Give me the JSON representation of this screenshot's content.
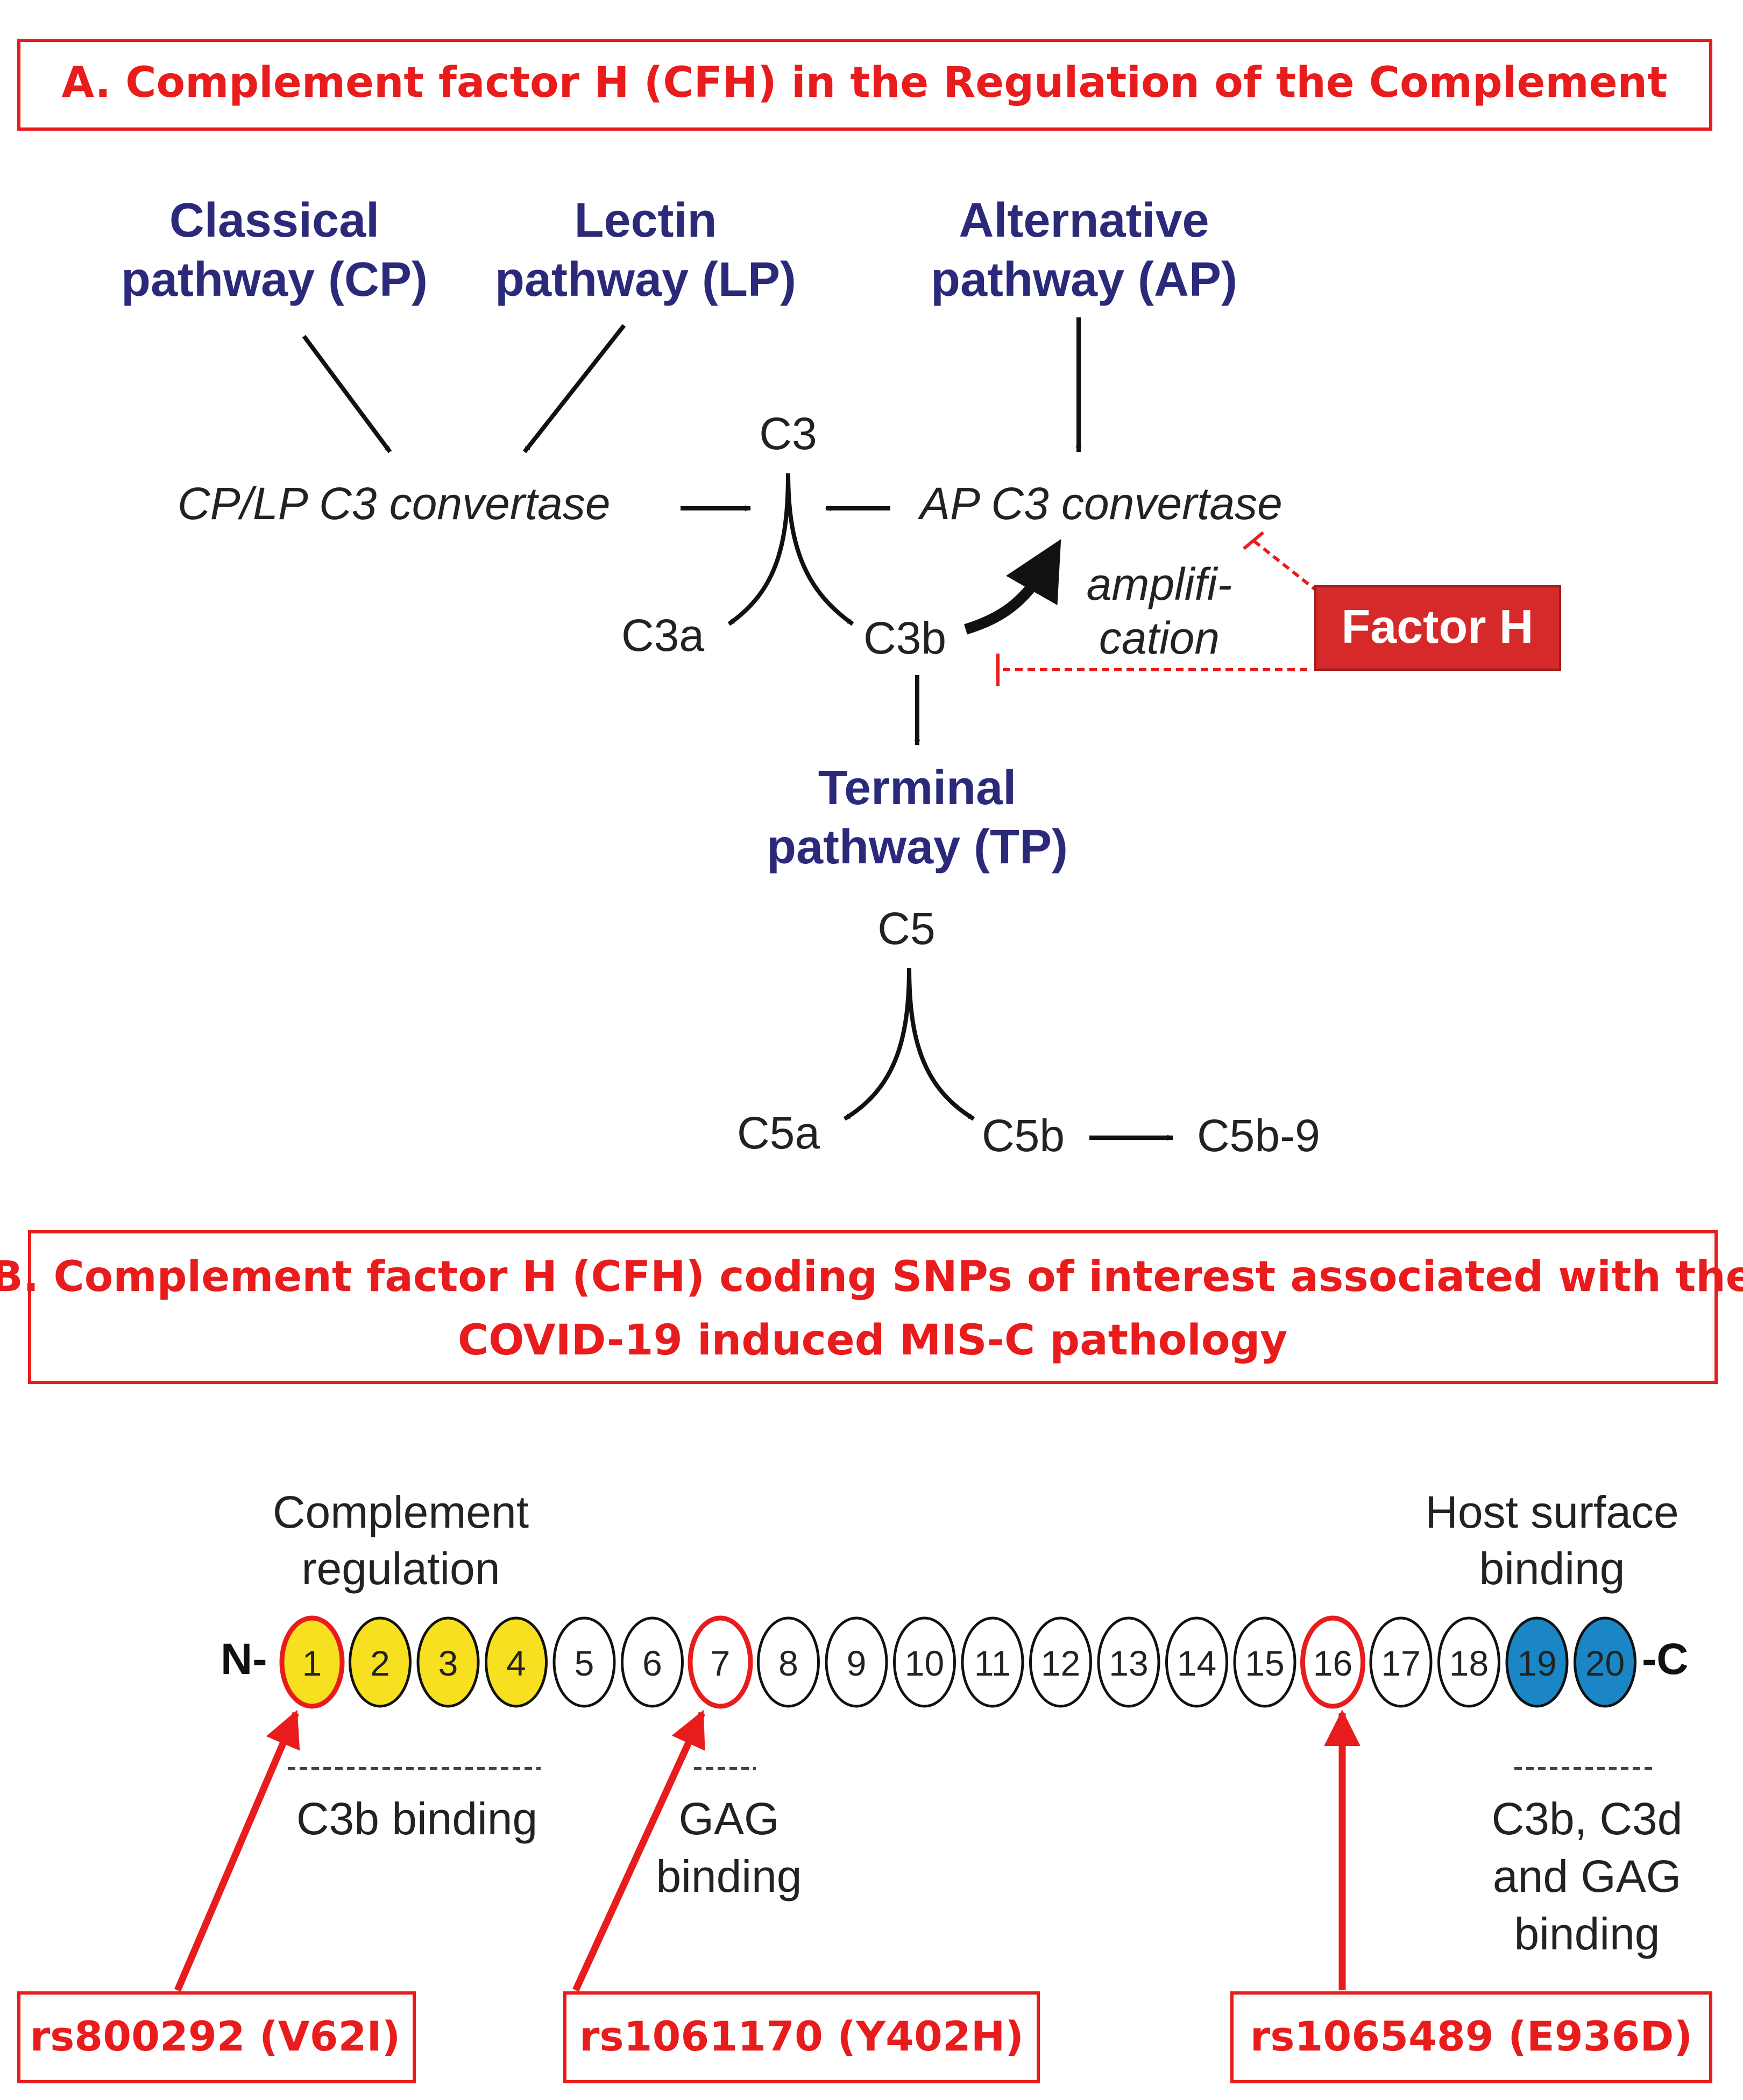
{
  "panel_a": {
    "title": "A. Complement factor H (CFH) in the Regulation of the Complement",
    "pathways": {
      "classical": [
        "Classical",
        "pathway (CP)"
      ],
      "lectin": [
        "Lectin",
        "pathway (LP)"
      ],
      "alternative": [
        "Alternative",
        "pathway (AP)"
      ],
      "terminal": [
        "Terminal",
        "pathway (TP)"
      ]
    },
    "nodes": {
      "c3": "C3",
      "cp_lp_convertase": "CP/LP C3 convertase",
      "ap_convertase": "AP C3 convertase",
      "c3a": "C3a",
      "c3b": "C3b",
      "amplification": [
        "amplifi-",
        "cation"
      ],
      "factor_h": "Factor H",
      "c5": "C5",
      "c5a": "C5a",
      "c5b": "C5b",
      "c5b9": "C5b-9"
    }
  },
  "panel_b": {
    "title": [
      "B. Complement factor H (CFH) coding SNPs of interest associated with the",
      "COVID-19 induced MIS-C pathology"
    ],
    "n_label": "N-",
    "c_label": "-C",
    "domain_labels": {
      "complement_regulation": [
        "Complement",
        "regulation"
      ],
      "host_surface_binding": [
        "Host surface",
        "binding"
      ],
      "c3b_binding": "C3b binding",
      "gag_binding": [
        "GAG",
        "binding"
      ],
      "c3b_c3d_gag": [
        "C3b, C3d",
        "and GAG",
        "binding"
      ]
    },
    "sequence_domains": [
      {
        "label": "1",
        "color": "#f7e01f",
        "snp": true
      },
      {
        "label": "2",
        "color": "#f7e01f",
        "snp": false
      },
      {
        "label": "3",
        "color": "#f7e01f",
        "snp": false
      },
      {
        "label": "4",
        "color": "#f7e01f",
        "snp": false
      },
      {
        "label": "5",
        "color": "#ffffff",
        "snp": false
      },
      {
        "label": "6",
        "color": "#ffffff",
        "snp": false
      },
      {
        "label": "7",
        "color": "#ffffff",
        "snp": true
      },
      {
        "label": "8",
        "color": "#ffffff",
        "snp": false
      },
      {
        "label": "9",
        "color": "#ffffff",
        "snp": false
      },
      {
        "label": "10",
        "color": "#ffffff",
        "snp": false
      },
      {
        "label": "11",
        "color": "#ffffff",
        "snp": false
      },
      {
        "label": "12",
        "color": "#ffffff",
        "snp": false
      },
      {
        "label": "13",
        "color": "#ffffff",
        "snp": false
      },
      {
        "label": "14",
        "color": "#ffffff",
        "snp": false
      },
      {
        "label": "15",
        "color": "#ffffff",
        "snp": false
      },
      {
        "label": "16",
        "color": "#ffffff",
        "snp": true
      },
      {
        "label": "17",
        "color": "#ffffff",
        "snp": false
      },
      {
        "label": "18",
        "color": "#ffffff",
        "snp": false
      },
      {
        "label": "19",
        "color": "#1a86c5",
        "snp": false
      },
      {
        "label": "20",
        "color": "#1a86c5",
        "snp": false
      }
    ],
    "snps": [
      {
        "id": "rs800292 (V62I)"
      },
      {
        "id": "rs1061170 (Y402H)"
      },
      {
        "id": "rs1065489 (E936D)"
      }
    ]
  },
  "colors": {
    "title_red": "#e81c1c",
    "pathway_blue": "#2b2a7a",
    "factor_h_fill": "#d62a2a",
    "yellow_domain": "#f7e01f",
    "blue_domain": "#1a86c5"
  }
}
